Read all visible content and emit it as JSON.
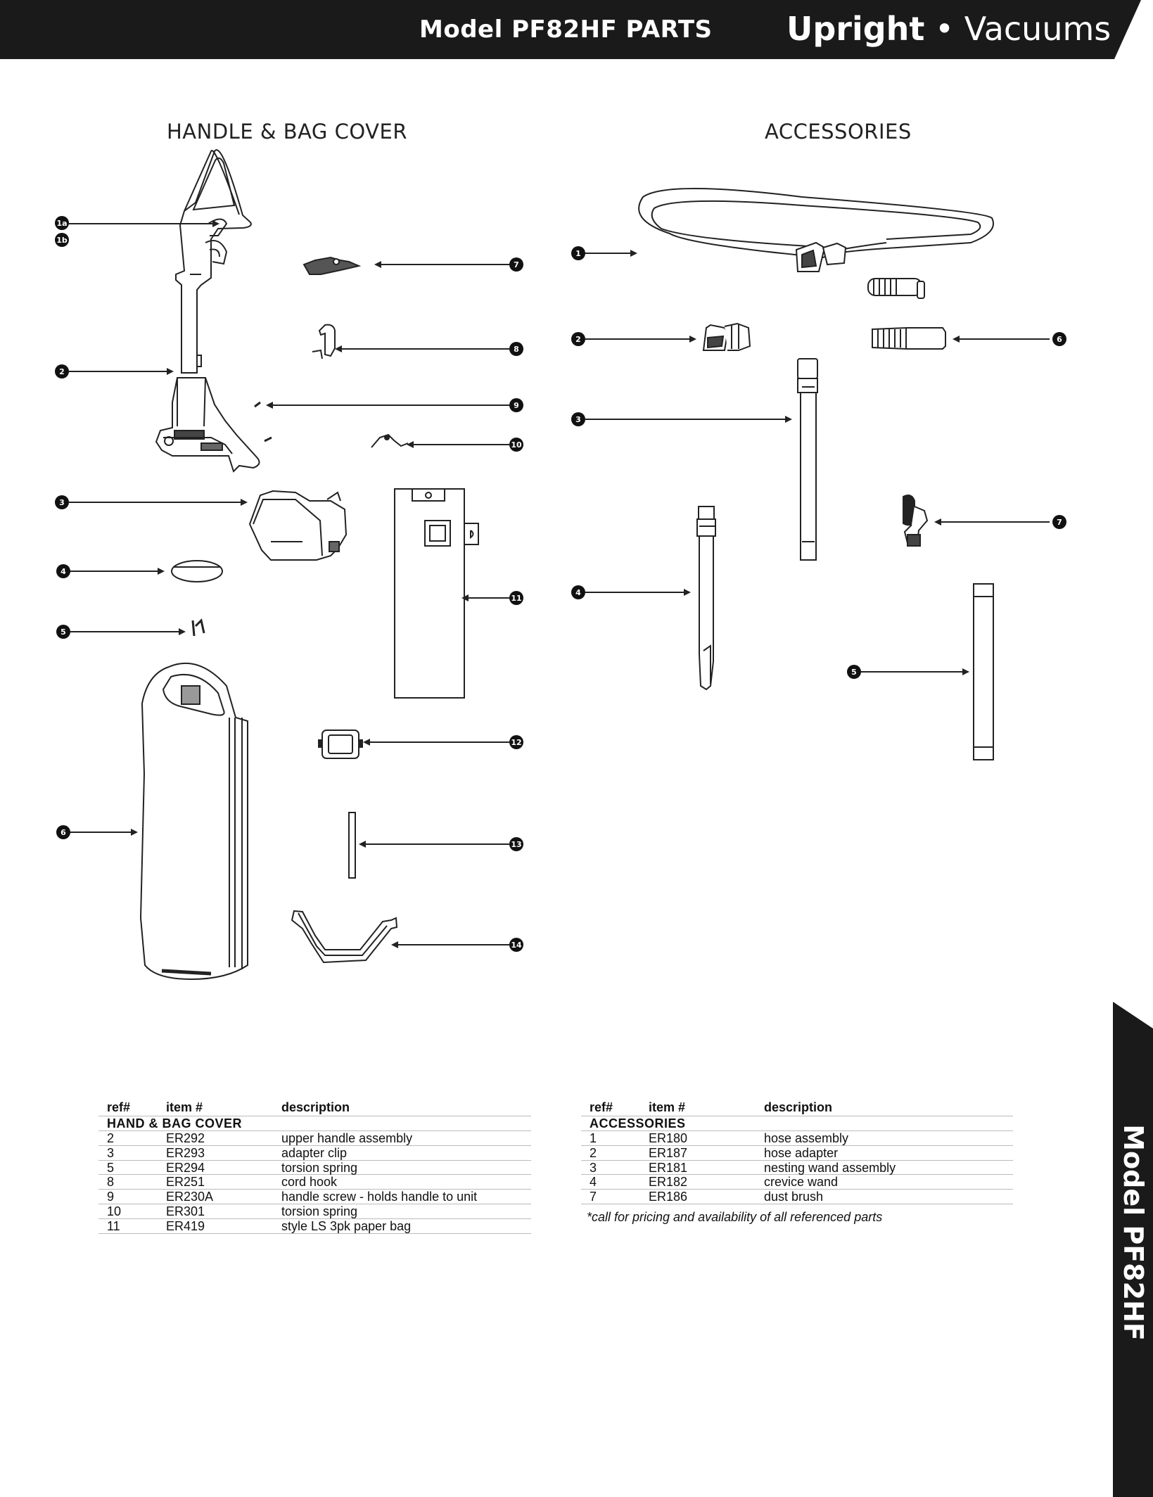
{
  "header": {
    "model_parts": "Model PF82HF PARTS",
    "category_bold": "Upright",
    "bullet": "•",
    "category_light": "Vacuums"
  },
  "sections": {
    "left_title": "HANDLE & BAG COVER",
    "right_title": "ACCESSORIES"
  },
  "callouts": {
    "left": [
      "1a",
      "1b",
      "2",
      "3",
      "4",
      "5",
      "6",
      "7",
      "8",
      "9",
      "10",
      "11",
      "12",
      "13",
      "14"
    ],
    "right": [
      "1",
      "2",
      "3",
      "4",
      "5",
      "6",
      "7"
    ]
  },
  "table_left": {
    "headers": {
      "ref": "ref#",
      "item": "item #",
      "desc": "description"
    },
    "section": "HAND & BAG COVER",
    "rows": [
      {
        "ref": "2",
        "item": "ER292",
        "desc": "upper handle assembly"
      },
      {
        "ref": "3",
        "item": "ER293",
        "desc": "adapter clip"
      },
      {
        "ref": "5",
        "item": "ER294",
        "desc": "torsion spring"
      },
      {
        "ref": "8",
        "item": "ER251",
        "desc": "cord hook"
      },
      {
        "ref": "9",
        "item": "ER230A",
        "desc": "handle screw - holds handle to unit"
      },
      {
        "ref": "10",
        "item": "ER301",
        "desc": "torsion spring"
      },
      {
        "ref": "11",
        "item": "ER419",
        "desc": "style LS 3pk paper bag"
      }
    ]
  },
  "table_right": {
    "headers": {
      "ref": "ref#",
      "item": "item #",
      "desc": "description"
    },
    "section": "ACCESSORIES",
    "rows": [
      {
        "ref": "1",
        "item": "ER180",
        "desc": "hose assembly"
      },
      {
        "ref": "2",
        "item": "ER187",
        "desc": "hose adapter"
      },
      {
        "ref": "3",
        "item": "ER181",
        "desc": "nesting wand assembly"
      },
      {
        "ref": "4",
        "item": "ER182",
        "desc": "crevice wand"
      },
      {
        "ref": "7",
        "item": "ER186",
        "desc": "dust brush"
      }
    ]
  },
  "note": "*call for pricing and availability of all referenced parts",
  "side_tab": "Model PF82HF",
  "colors": {
    "banner": "#1a1a1a",
    "text": "#111111",
    "rule": "#bbbbbb"
  }
}
